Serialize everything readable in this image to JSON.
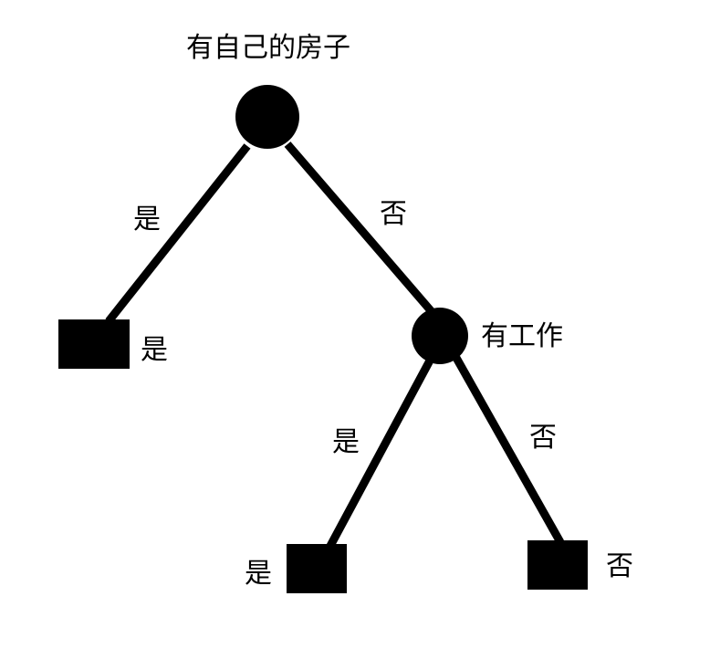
{
  "tree": {
    "root": {
      "label": "有自己的房子",
      "branches": [
        {
          "edge_label": "是",
          "leaf_label": "是"
        },
        {
          "edge_label": "否"
        }
      ]
    },
    "child": {
      "label": "有工作",
      "branches": [
        {
          "edge_label": "是",
          "leaf_label": "是"
        },
        {
          "edge_label": "否",
          "leaf_label": "否"
        }
      ]
    }
  },
  "colors": {
    "node": "#000000",
    "edge": "#000000",
    "background": "#ffffff"
  }
}
